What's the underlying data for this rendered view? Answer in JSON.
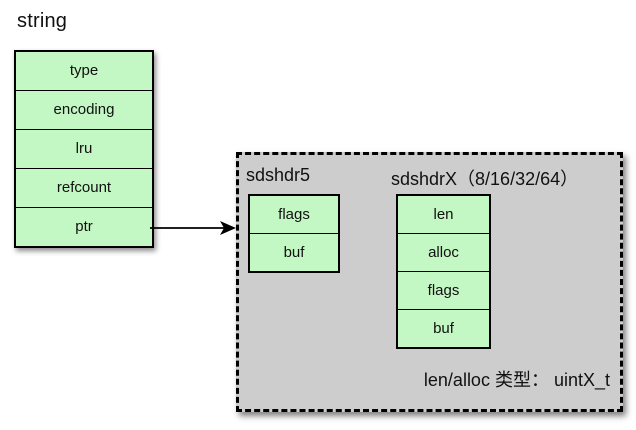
{
  "diagram": {
    "title": "string",
    "robj": {
      "cells": [
        "type",
        "encoding",
        "lru",
        "refcount",
        "ptr"
      ]
    },
    "arrow": {
      "from": "ptr",
      "to": "sds-panel"
    },
    "sds_panel": {
      "sdshdr5": {
        "label": "sdshdr5",
        "cells": [
          "flags",
          "buf"
        ]
      },
      "sdshdrX": {
        "label": "sdshdrX（8/16/32/64）",
        "cells": [
          "len",
          "alloc",
          "flags",
          "buf"
        ]
      },
      "note": "len/alloc 类型： uintX_t"
    },
    "colors": {
      "cell_fill": "#c3f7c3",
      "panel_fill": "#cdcdcd",
      "border": "#000000",
      "background": "#ffffff"
    }
  }
}
